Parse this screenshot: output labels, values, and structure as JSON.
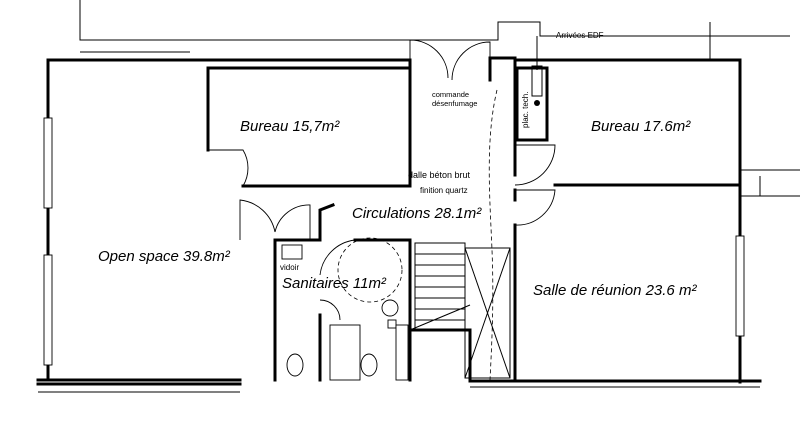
{
  "rooms": {
    "bureau1": "Bureau 15,7m²",
    "bureau2": "Bureau 17.6m²",
    "open_space": "Open space 39.8m²",
    "circulations": "Circulations 28.1m²",
    "sanitaires": "Sanitaires 11m²",
    "salle": "Salle de réunion 23.6 m²"
  },
  "notes": {
    "arrivees": "Arrivées EDF",
    "commande_1": "commande",
    "commande_2": "désenfumage",
    "dalle_1": "dalle béton brut",
    "dalle_2": "finition quartz",
    "vidoir": "vidoir",
    "plac_tech": "plac. tech."
  }
}
